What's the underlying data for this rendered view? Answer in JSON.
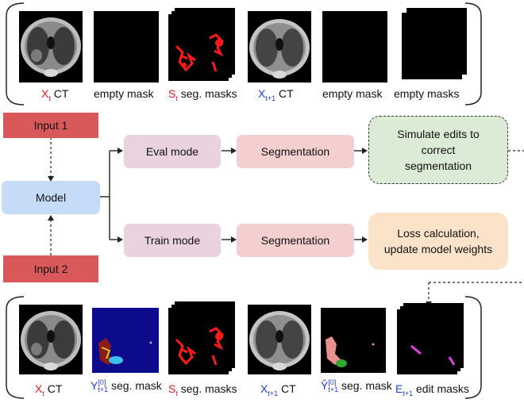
{
  "top_row": {
    "xt_ct": {
      "sym": "X",
      "sub": "t",
      "rest": " CT"
    },
    "empty_mask": "empty mask",
    "st_seg": {
      "sym": "S",
      "sub": "t",
      "rest": " seg. masks"
    },
    "xt1_ct": {
      "sym": "X",
      "sub": "t+1",
      "rest": " CT"
    },
    "empty_mask_2": "empty mask",
    "empty_masks": "empty masks"
  },
  "inputs": {
    "input1": "Input 1",
    "input2": "Input 2"
  },
  "model": "Model",
  "eval_mode": "Eval mode",
  "train_mode": "Train mode",
  "segmentation_1": "Segmentation",
  "segmentation_2": "Segmentation",
  "simulate": "Simulate edits to correct segmentation",
  "loss": "Loss calculation, update model weights",
  "bottom_row": {
    "xt_ct": {
      "sym": "X",
      "sub": "t",
      "rest": " CT"
    },
    "yt1_seg": {
      "sym": "Y",
      "sup": "[0]",
      "sub": "t+1",
      "rest": " seg. mask"
    },
    "st_seg": {
      "sym": "S",
      "sub": "t",
      "rest": " seg. masks"
    },
    "xt1_ct": {
      "sym": "X",
      "sub": "t+1",
      "rest": " CT"
    },
    "yhat_seg": {
      "sym": "Ŷ",
      "sup": "[0]",
      "sub": "t+1",
      "rest": " seg. mask"
    },
    "et1_edit": {
      "sym": "E",
      "sub": "t+1",
      "rest": " edit masks"
    }
  },
  "colors": {
    "input": "#d9585a",
    "model": "#c6dbf7",
    "mode": "#ead3de",
    "segmentation": "#f3cfcf",
    "simulate": "#dcebd5",
    "loss": "#fae3c8",
    "red_label": "#e11d1d",
    "blue_label": "#1f3fdc"
  }
}
